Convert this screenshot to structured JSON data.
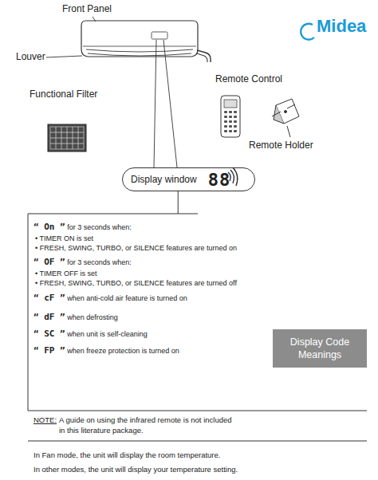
{
  "diagram": {
    "nodes": [
      {
        "text": [
          "Display window",
          "88"
        ]
      },
      {
        "text": [
          "“ On ” for 3 seconds when:",
          "• TIMER ON is set",
          "• FRESH, SWING, TURBO, or SILENCE features are turned on",
          "“ OF ” for 3 seconds when:",
          "• TIMER OFF is set",
          "• FRESH, SWING, TURBO, or SILENCE features are turned off",
          "“ cF ” when anti-cold air feature is turned on",
          "“ dF ” when defrosting",
          "“ SC ” when unit is self-cleaning",
          "“ FP ” when freeze protection is turned on"
        ]
      },
      {
        "text": [
          "Display Code Meanings"
        ]
      }
    ],
    "edges": [
      {
        "from": 0,
        "to": 1,
        "arrow": "none"
      }
    ],
    "labels": [
      "Front Panel",
      "Louver",
      "Midea",
      "Functional Filter",
      "Remote Control",
      "Remote Holder",
      "NOTE:",
      "A guide on using the infrared remote is not included in this literature package.",
      "In Fan mode, the unit will display the room temperature.",
      "In other modes, the unit will display your temperature setting."
    ]
  }
}
